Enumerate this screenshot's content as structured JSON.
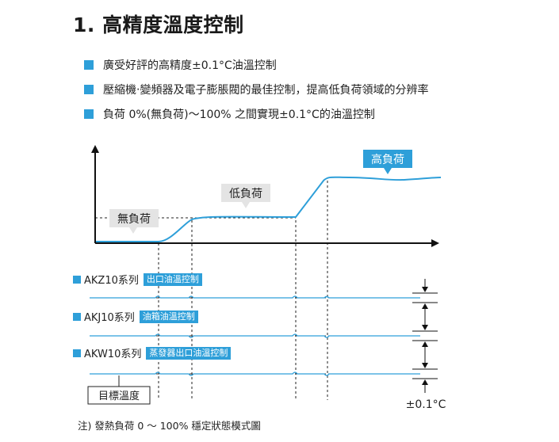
{
  "title": "1. 高精度溫度控制",
  "bullets": [
    "廣受好評的高精度±0.1°C油溫控制",
    "壓縮機‧變頻器及電子膨脹閥的最佳控制，提高低負荷領域的分辨率",
    "負荷 0%(無負荷)〜100% 之間實現±0.1°C的油溫控制"
  ],
  "load_labels": {
    "none": "無負荷",
    "low": "低負荷",
    "high": "高負荷"
  },
  "series": [
    {
      "name": "AKZ10系列",
      "tag": "出口油溫控制"
    },
    {
      "name": "AKJ10系列",
      "tag": "油箱油溫控制"
    },
    {
      "name": "AKW10系列",
      "tag": "蒸發器出口油溫控制"
    }
  ],
  "target_label": "目標溫度",
  "tolerance_label": "±0.1°C",
  "note": "注) 發熱負荷 0 〜 100% 穩定狀態模式圖",
  "colors": {
    "accent": "#2e9fd9",
    "callout": "#e4e4e4",
    "axis": "#111111"
  }
}
